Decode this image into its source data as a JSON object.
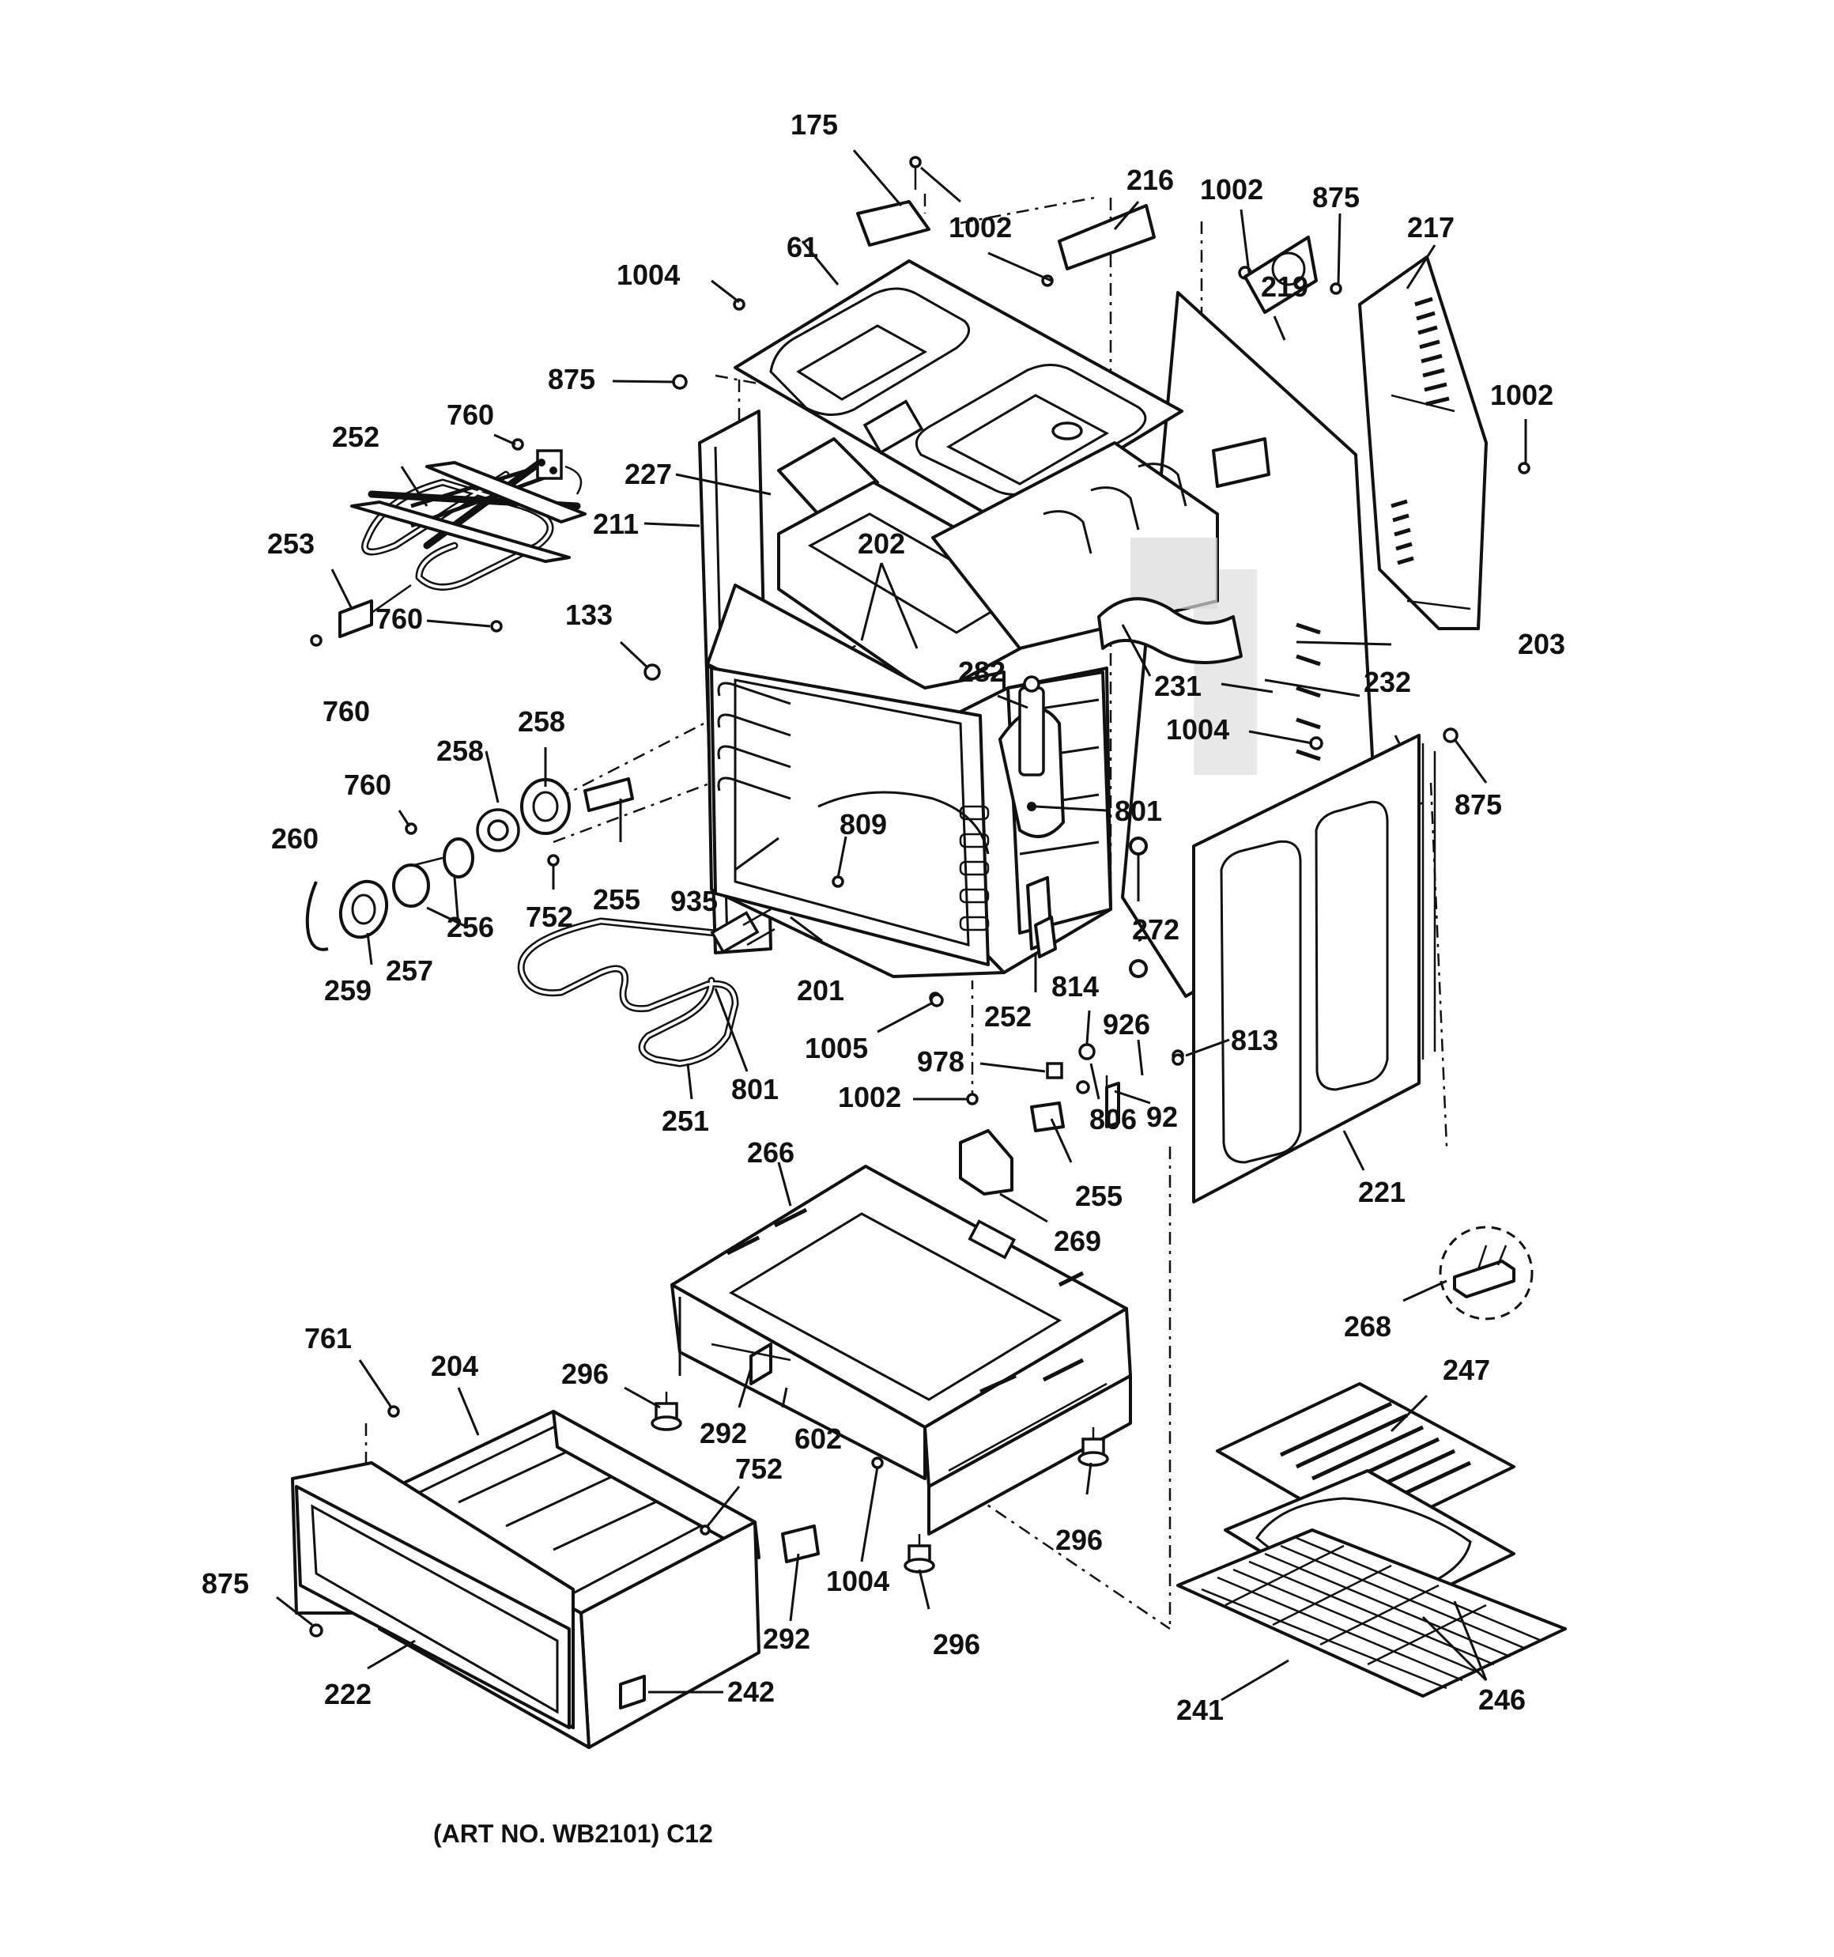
{
  "caption": "(ART NO. WB2101) C12",
  "callouts": {
    "c175": "175",
    "c1002a": "1002",
    "c216": "216",
    "c1002b": "1002",
    "c875a": "875",
    "c217": "217",
    "c61": "61",
    "c1004a": "1004",
    "c219": "219",
    "c1002c": "1002",
    "c1002d": "1002",
    "c875b": "875",
    "c760a": "760",
    "c252a": "252",
    "c227": "227",
    "c211": "211",
    "c253": "253",
    "c202": "202",
    "c760b": "760",
    "c133": "133",
    "c760c": "760",
    "c282": "282",
    "c231": "231",
    "c232": "232",
    "c203": "203",
    "c258a": "258",
    "c258b": "258",
    "c1004b": "1004",
    "c875c": "875",
    "c760d": "760",
    "c801a": "801",
    "c260": "260",
    "c809": "809",
    "c255a": "255",
    "c935": "935",
    "c752a": "752",
    "c256": "256",
    "c272": "272",
    "c257": "257",
    "c259": "259",
    "c201": "201",
    "c814": "814",
    "c252b": "252",
    "c926": "926",
    "c1005": "1005",
    "c813": "813",
    "c978": "978",
    "c801b": "801",
    "c806": "806",
    "c92": "92",
    "c251": "251",
    "c266": "266",
    "c255b": "255",
    "c221": "221",
    "c269": "269",
    "c268": "268",
    "c761": "761",
    "c204": "204",
    "c296a": "296",
    "c247": "247",
    "c292a": "292",
    "c602": "602",
    "c752b": "752",
    "c296b": "296",
    "c875d": "875",
    "c1004c": "1004",
    "c292b": "292",
    "c296c": "296",
    "c222": "222",
    "c242": "242",
    "c241": "241",
    "c246": "246"
  }
}
